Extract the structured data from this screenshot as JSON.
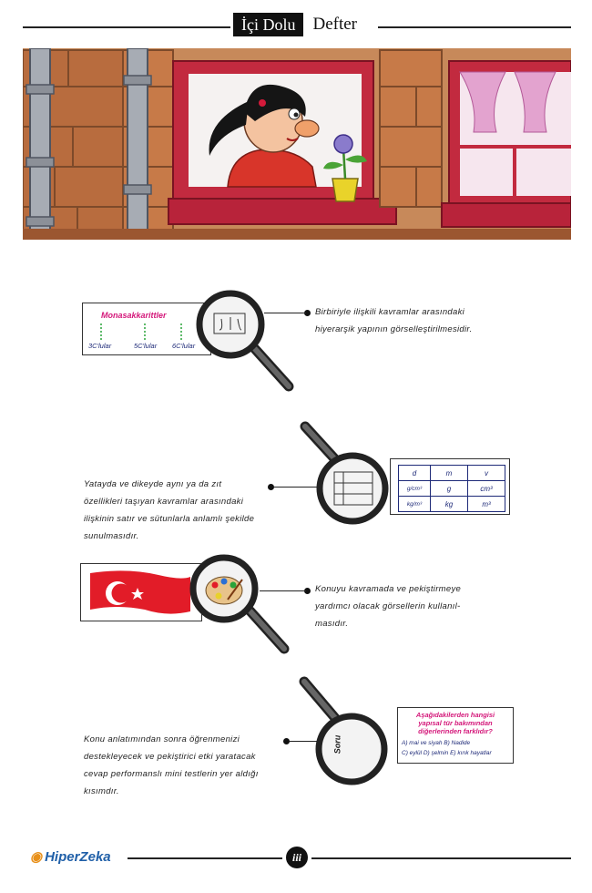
{
  "header": {
    "title_boxed": "İçi Dolu",
    "title_plain": "Defter"
  },
  "item1": {
    "box_title": "Monasakkarittler",
    "box_labels": [
      "3C'lular",
      "5C'lular",
      "6C'lular"
    ],
    "text_lines": [
      "Birbiriyle ilişkili kavramlar arasındaki",
      "hiyerarşik yapının görselleştirilmesidir."
    ]
  },
  "item2": {
    "table": [
      [
        "d",
        "m",
        "v"
      ],
      [
        "g/cm³",
        "g",
        "cm³"
      ],
      [
        "kg/m³",
        "kg",
        "m³"
      ]
    ],
    "text_lines": [
      "Yatayda ve dikeyde aynı ya da zıt",
      "özellikleri taşıyan kavramlar arasındaki",
      "ilişkinin satır ve sütunlarla anlamlı şekilde",
      "sunulmasıdır."
    ]
  },
  "item3": {
    "text_lines": [
      "Konuyu kavramada ve pekiştirmeye",
      "yardımcı olacak görsellerin kullanıl-",
      "masıdır."
    ]
  },
  "item4": {
    "lens_label": "Soru",
    "question_lines": [
      "Aşağıdakilerden hangisi",
      "yapısal tür bakımından",
      "diğerlerinden farklıdır?"
    ],
    "option_lines": [
      "A) mai ve siyah B) Nadide",
      "C) eylül D) şelmin E) kırık hayatlar"
    ],
    "text_lines": [
      "Konu anlatımından sonra öğrenmenizi",
      "destekleyecek ve pekiştirici etki yaratacak",
      "cevap performanslı mini testlerin yer aldığı",
      "kısımdır."
    ]
  },
  "footer": {
    "logo_part1": "HiperZeka",
    "logo_part2": "",
    "page_number": "iii"
  },
  "colors": {
    "brick": "#b8683c",
    "frame": "#c0233a",
    "turkish_red": "#e21c28",
    "magenta": "#d4187a",
    "navy": "#1e2a78"
  }
}
